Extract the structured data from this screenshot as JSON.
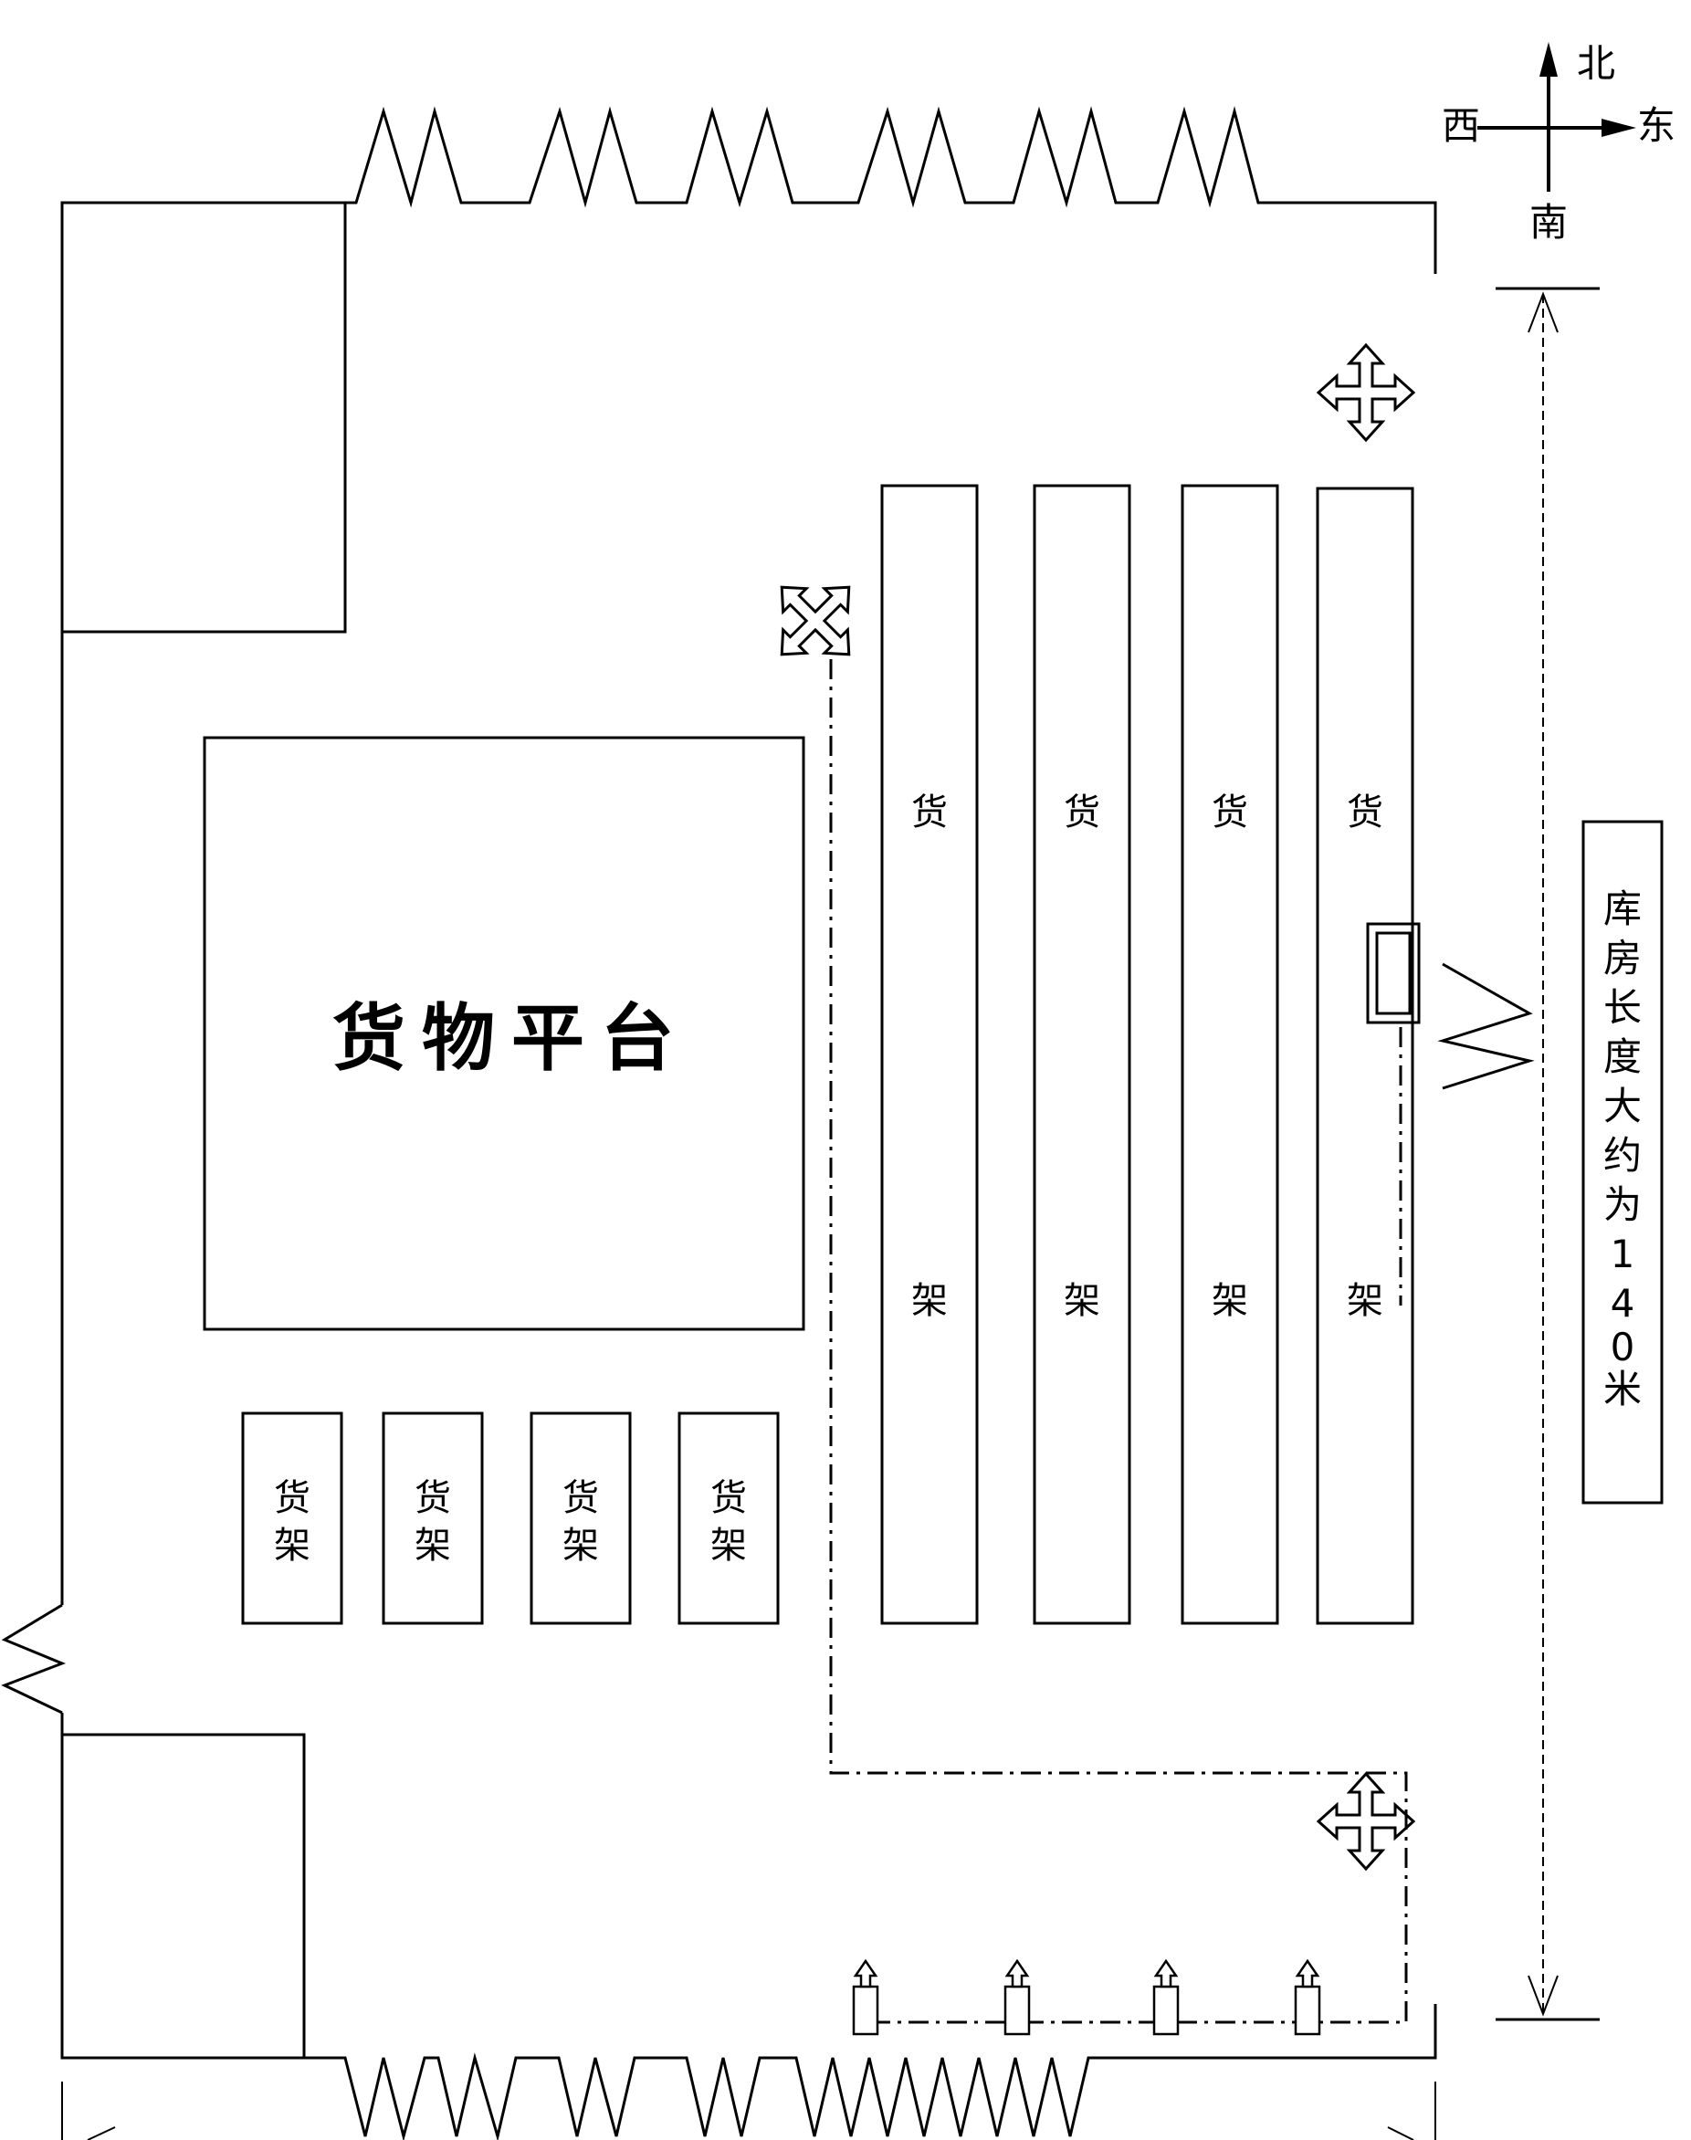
{
  "compass": {
    "north": "北",
    "south": "南",
    "east": "东",
    "west": "西"
  },
  "platform": {
    "label": "货物平台"
  },
  "tall_shelves": [
    {
      "top_char": "货",
      "bottom_char": "架"
    },
    {
      "top_char": "货",
      "bottom_char": "架"
    },
    {
      "top_char": "货",
      "bottom_char": "架"
    },
    {
      "top_char": "货",
      "bottom_char": "架"
    }
  ],
  "small_shelves": [
    {
      "top_char": "货",
      "bottom_char": "架"
    },
    {
      "top_char": "货",
      "bottom_char": "架"
    },
    {
      "top_char": "货",
      "bottom_char": "架"
    },
    {
      "top_char": "货",
      "bottom_char": "架"
    }
  ],
  "length_note": {
    "chars": [
      "库",
      "房",
      "长",
      "度",
      "大",
      "约",
      "为",
      "1",
      "4",
      "0",
      "米"
    ]
  },
  "colors": {
    "line": "#000000",
    "background": "#ffffff"
  }
}
